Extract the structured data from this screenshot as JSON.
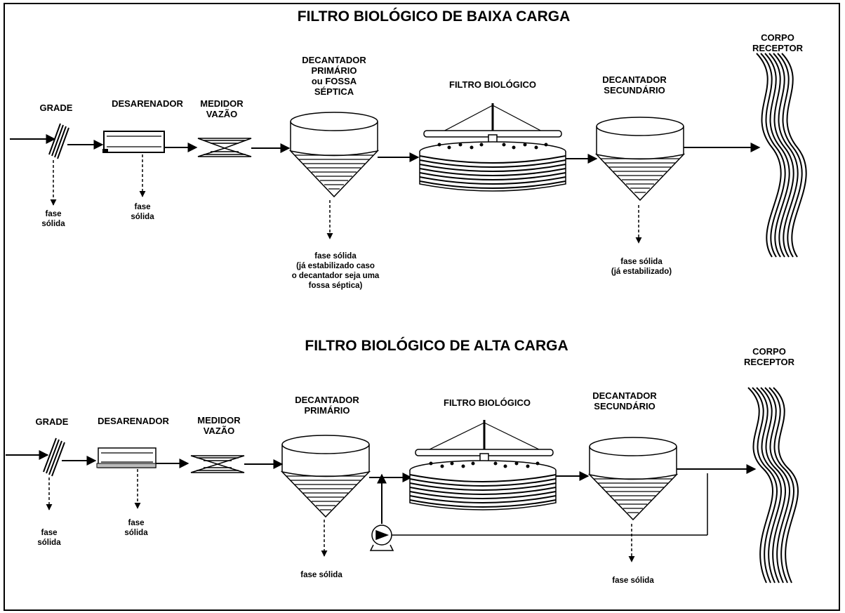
{
  "diagrams": [
    {
      "title": "FILTRO BIOLÓGICO DE BAIXA CARGA",
      "labels": {
        "grade": "GRADE",
        "desarenador": "DESARENADOR",
        "medidor": [
          "MEDIDOR",
          "VAZÃO"
        ],
        "decantador_primario": [
          "DECANTADOR",
          "PRIMÁRIO",
          "ou FOSSA",
          "SÉPTICA"
        ],
        "filtro": "FILTRO BIOLÓGICO",
        "decantador_secundario": [
          "DECANTADOR",
          "SECUNDÁRIO"
        ],
        "corpo_receptor": [
          "CORPO",
          "RECEPTOR"
        ]
      },
      "outputs": {
        "grade": [
          "fase",
          "sólida"
        ],
        "desarenador": [
          "fase",
          "sólida"
        ],
        "decantador_primario": [
          "fase sólida",
          "(já estabilizado caso",
          "o decantador seja uma",
          "fossa séptica)"
        ],
        "decantador_secundario": [
          "fase sólida",
          "(já estabilizado)"
        ]
      }
    },
    {
      "title": "FILTRO BIOLÓGICO DE ALTA CARGA",
      "labels": {
        "grade": "GRADE",
        "desarenador": "DESARENADOR",
        "medidor": [
          "MEDIDOR",
          "VAZÃO"
        ],
        "decantador_primario": [
          "DECANTADOR",
          "PRIMÁRIO"
        ],
        "filtro": "FILTRO BIOLÓGICO",
        "decantador_secundario": [
          "DECANTADOR",
          "SECUNDÁRIO"
        ],
        "corpo_receptor": [
          "CORPO",
          "RECEPTOR"
        ]
      },
      "outputs": {
        "grade": [
          "fase",
          "sólida"
        ],
        "desarenador": [
          "fase",
          "sólida"
        ],
        "decantador_primario": [
          "fase sólida"
        ],
        "decantador_secundario": [
          "fase sólida"
        ]
      }
    }
  ]
}
